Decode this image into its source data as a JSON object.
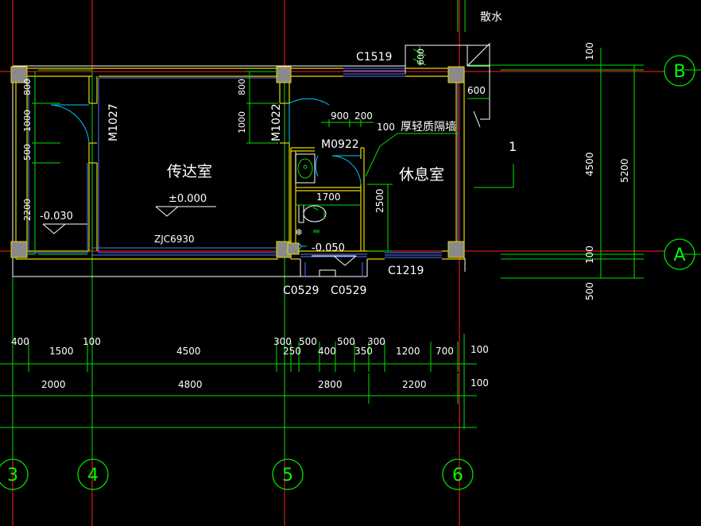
{
  "axes": {
    "vertical": [
      "3",
      "4",
      "5",
      "6"
    ],
    "horizontal": [
      "B",
      "A"
    ]
  },
  "rooms": {
    "reception": "传达室",
    "rest": "休息室"
  },
  "labels": {
    "drainage": "散水",
    "partition": "厚轻质隔墙",
    "partition_thickness": "100",
    "marker_1": "1"
  },
  "doors": {
    "m1027": "M1027",
    "m1022": "M1022",
    "m0922": "M0922"
  },
  "windows": {
    "c1519": "C1519",
    "c1219": "C1219",
    "c0529_left": "C0529",
    "c0529_right": "C0529",
    "zjc6930": "ZJC6930"
  },
  "elevations": {
    "main": "±0.000",
    "left": "-0.030",
    "toilet": "-0.050"
  },
  "dims_inner": {
    "left_800": "800",
    "left_1000": "1000",
    "left_500": "500",
    "left_2200": "2200",
    "mid_800": "800",
    "mid_1000": "1000",
    "toilet_900": "900",
    "toilet_200": "200",
    "toilet_1700": "1700",
    "rest_2500": "2500",
    "step_600_v": "600",
    "step_600_h": "600"
  },
  "dims_right": {
    "r100_top": "100",
    "r4500": "4500",
    "r5200": "5200",
    "r100_bot": "100",
    "r500": "500"
  },
  "dims_row1": {
    "a400": "400",
    "a1500": "1500",
    "a100": "100",
    "a4500": "4500",
    "a300": "300",
    "a250": "250",
    "a500": "500",
    "a400b": "400",
    "a500b": "500",
    "a350": "350",
    "a300b": "300",
    "a1200": "1200",
    "a700": "700",
    "a100b": "100"
  },
  "dims_row2": {
    "b2000": "2000",
    "b4800": "4800",
    "b2800": "2800",
    "b2200": "2200",
    "b100": "100"
  }
}
